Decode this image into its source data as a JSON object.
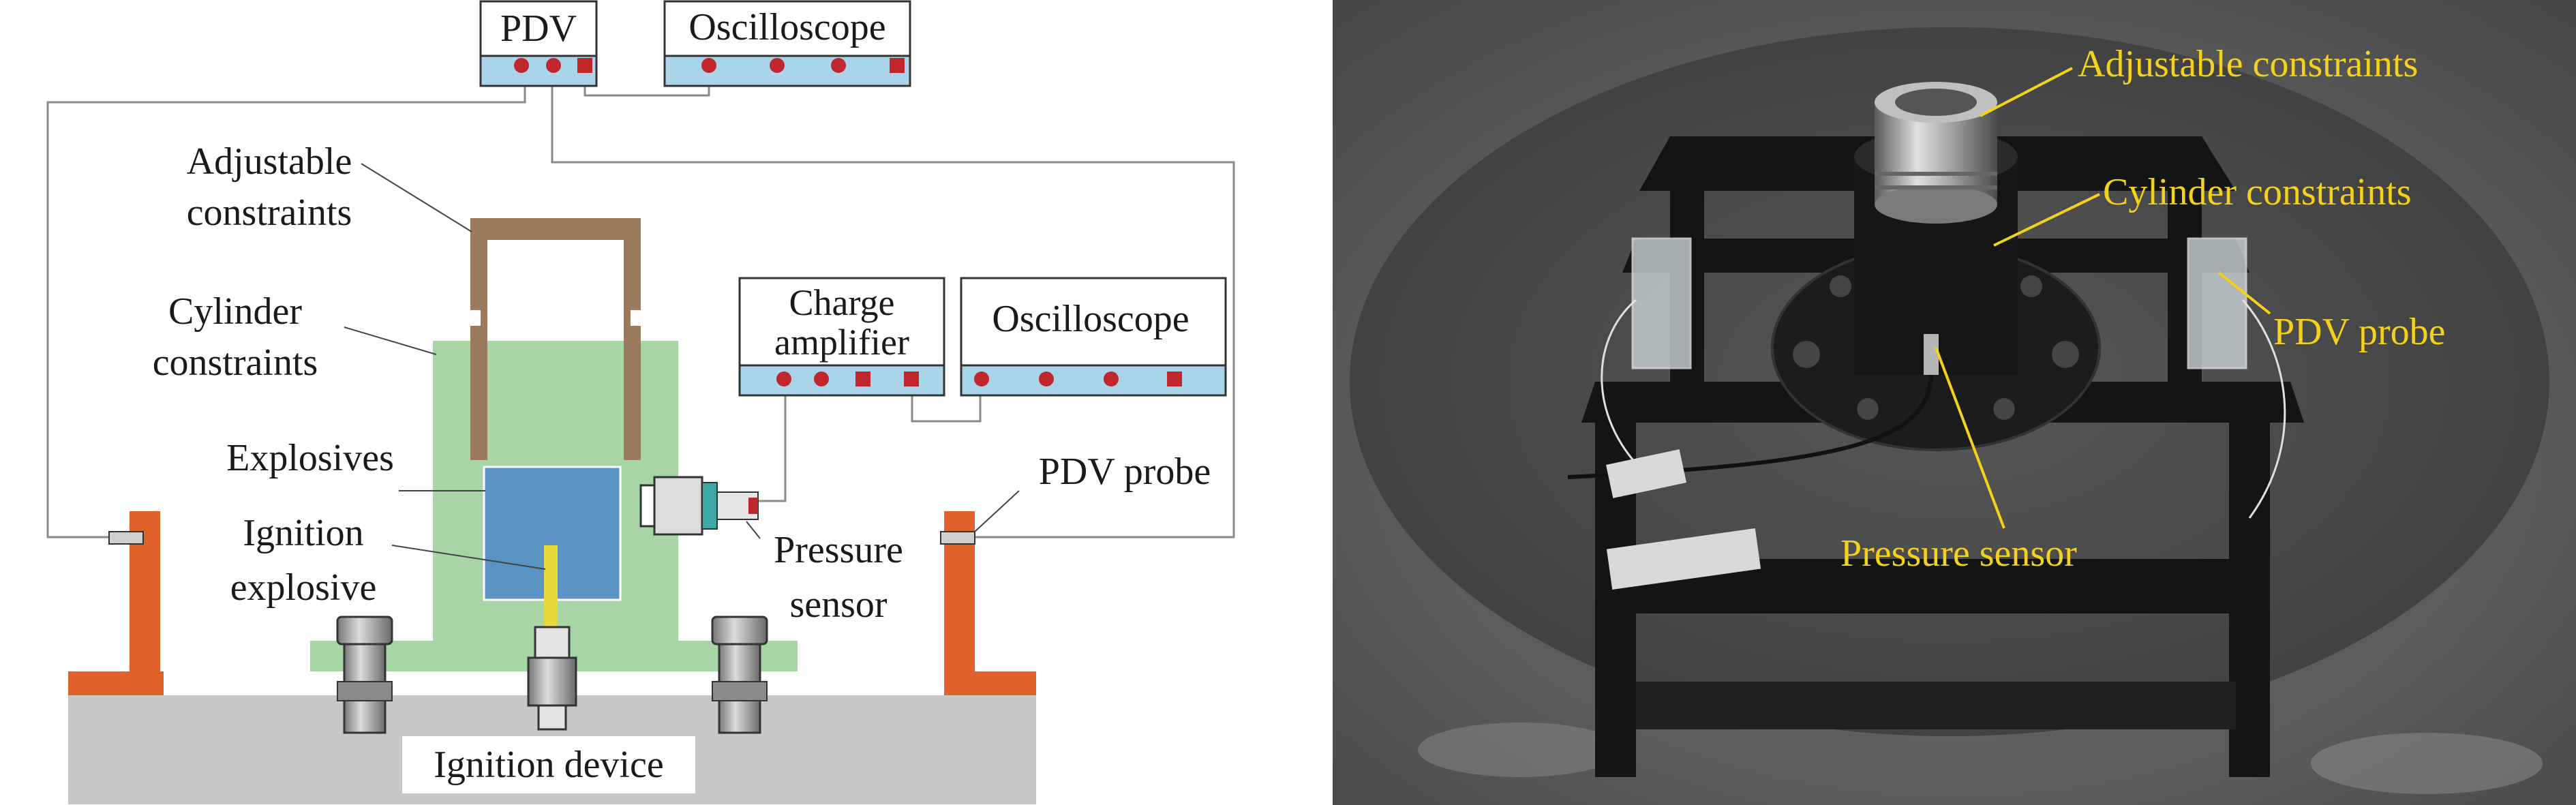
{
  "schematic": {
    "instruments": {
      "pdv": "PDV",
      "oscilloscope_top": "Oscilloscope",
      "charge_amplifier_line1": "Charge",
      "charge_amplifier_line2": "amplifier",
      "oscilloscope_mid": "Oscilloscope"
    },
    "labels": {
      "adjustable_constraints_line1": "Adjustable",
      "adjustable_constraints_line2": "constraints",
      "cylinder_constraints_line1": "Cylinder",
      "cylinder_constraints_line2": "constraints",
      "explosives": "Explosives",
      "ignition_explosive_line1": "Ignition",
      "ignition_explosive_line2": "explosive",
      "pdv_probe": "PDV probe",
      "pressure_sensor_line1": "Pressure",
      "pressure_sensor_line2": "sensor",
      "ignition_device": "Ignition device"
    }
  },
  "photo": {
    "labels": {
      "adjustable_constraints": "Adjustable constraints",
      "cylinder_constraints": "Cylinder constraints",
      "pdv_probe": "PDV probe",
      "pressure_sensor": "Pressure sensor"
    },
    "annotation_color": "#f2d21b"
  },
  "colors": {
    "instrument_bar": "#a9d4ea",
    "indicator": "#c0272d",
    "adjustable_constraint": "#9c7a5e",
    "cylinder_constraint": "#a8d5a6",
    "explosives": "#5b94c4",
    "ignition_explosive": "#e8d83a",
    "probe_mount": "#e0622a",
    "base": "#c7c7c7"
  }
}
